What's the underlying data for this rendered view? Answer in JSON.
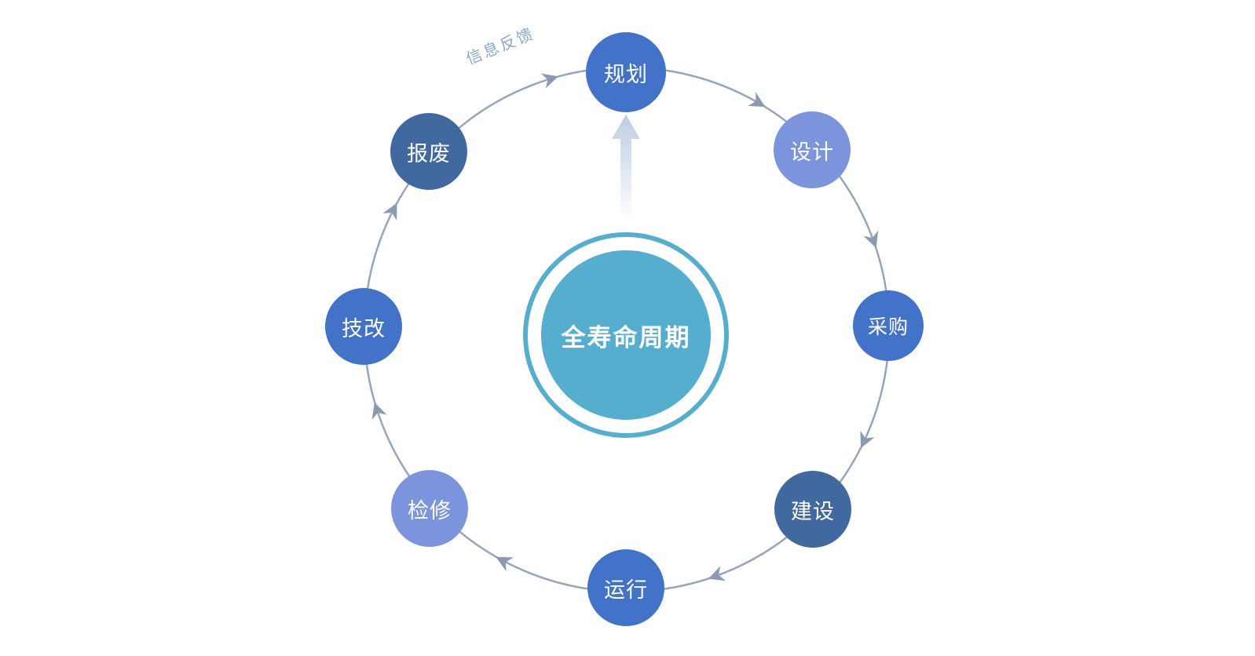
{
  "diagram": {
    "title_semantic": "full-life-cycle-process-diagram",
    "center": {
      "label": "全寿命周期",
      "color": "#56AECE"
    },
    "feedback_label": "信息反馈",
    "nodes": [
      {
        "label": "规划",
        "color": "#4273C8"
      },
      {
        "label": "设计",
        "color": "#7B94DB"
      },
      {
        "label": "采购",
        "color": "#4273C8"
      },
      {
        "label": "建设",
        "color": "#41699F"
      },
      {
        "label": "运行",
        "color": "#4273C8"
      },
      {
        "label": "检修",
        "color": "#7B94DB"
      },
      {
        "label": "技改",
        "color": "#4273C8"
      },
      {
        "label": "报废",
        "color": "#41699F"
      }
    ],
    "colors": {
      "ring": "#97A5BB",
      "arrow": "#8C9AB1",
      "feedback_text": "#8EA6CF",
      "up_arrow": "#BCCDE2",
      "background": "#FFFFFF"
    },
    "icons": {
      "flow_arrowheads": "clockwise-chevron-arrow-icon",
      "center_feedback": "fading-up-arrow-icon"
    }
  }
}
